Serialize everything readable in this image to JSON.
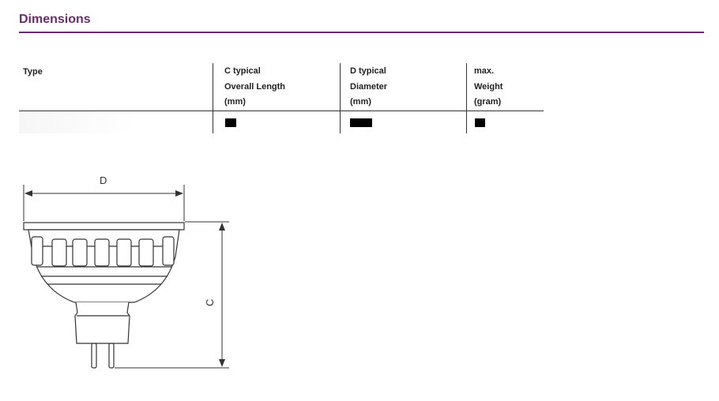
{
  "section": {
    "title": "Dimensions"
  },
  "table": {
    "headers": {
      "type": [
        "Type"
      ],
      "c_typical": [
        "C typical",
        "Overall Length",
        "(mm)"
      ],
      "d_typical": [
        "D typical",
        "Diameter",
        "(mm)"
      ],
      "max_weight": [
        "max.",
        "Weight",
        "(gram)"
      ]
    },
    "rows": [
      {
        "type": "",
        "c_typical": "",
        "d_typical": "",
        "max_weight": ""
      }
    ]
  },
  "drawing": {
    "label_d": "D",
    "label_c": "C"
  },
  "colors": {
    "accent": "#6a2c6e",
    "line": "#333333"
  }
}
